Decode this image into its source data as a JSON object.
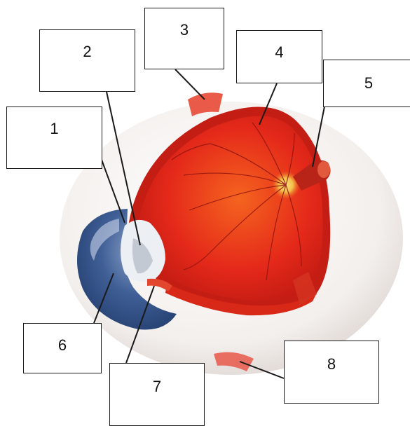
{
  "labels": [
    {
      "id": "1",
      "text": "1"
    },
    {
      "id": "2",
      "text": "2"
    },
    {
      "id": "3",
      "text": "3"
    },
    {
      "id": "4",
      "text": "4"
    },
    {
      "id": "5",
      "text": "5"
    },
    {
      "id": "6",
      "text": "6"
    },
    {
      "id": "7",
      "text": "7"
    },
    {
      "id": "8",
      "text": "8"
    }
  ],
  "colors": {
    "retina": "#e4291a",
    "retina_highlight": "#f06a2a",
    "sclera": "#f3efec",
    "cornea_blue": "#2f4f86",
    "optic_disc": "#f2c04a",
    "vessel": "#8e1410",
    "leader_line": "#1a1a1a"
  }
}
